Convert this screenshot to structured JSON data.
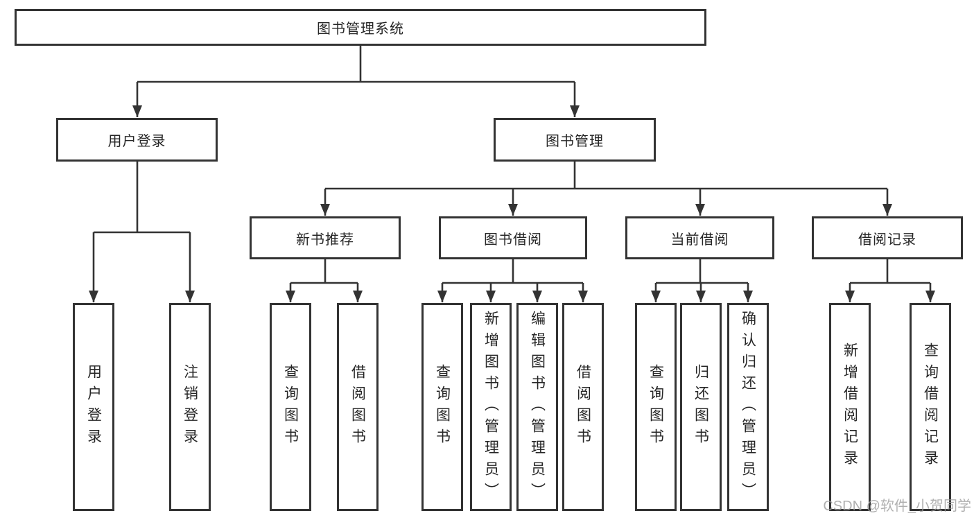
{
  "diagram": {
    "root": {
      "label": "图书管理系统"
    },
    "level2": [
      {
        "id": "user-login",
        "label": "用户登录",
        "parent": "图书管理系统"
      },
      {
        "id": "book-management",
        "label": "图书管理",
        "parent": "图书管理系统"
      }
    ],
    "level3": [
      {
        "id": "new-book-recommend",
        "label": "新书推荐",
        "parent": "图书管理"
      },
      {
        "id": "book-borrowing",
        "label": "图书借阅",
        "parent": "图书管理"
      },
      {
        "id": "current-borrowing",
        "label": "当前借阅",
        "parent": "图书管理"
      },
      {
        "id": "borrowing-records",
        "label": "借阅记录",
        "parent": "图书管理"
      }
    ],
    "leaves": [
      {
        "label": "用户登录",
        "parent": "用户登录"
      },
      {
        "label": "注销登录",
        "parent": "用户登录"
      },
      {
        "label": "查询图书",
        "parent": "新书推荐"
      },
      {
        "label": "借阅图书",
        "parent": "新书推荐"
      },
      {
        "label": "查询图书",
        "parent": "图书借阅"
      },
      {
        "label": "新增图书（管理员）",
        "parent": "图书借阅"
      },
      {
        "label": "编辑图书（管理员）",
        "parent": "图书借阅"
      },
      {
        "label": "借阅图书",
        "parent": "图书借阅"
      },
      {
        "label": "查询图书",
        "parent": "当前借阅"
      },
      {
        "label": "归还图书",
        "parent": "当前借阅"
      },
      {
        "label": "确认归还（管理员）",
        "parent": "当前借阅"
      },
      {
        "label": "新增借阅记录",
        "parent": "借阅记录"
      },
      {
        "label": "查询借阅记录",
        "parent": "借阅记录"
      }
    ]
  },
  "watermark": "CSDN @软件_小贺同学",
  "colors": {
    "line": "#333333",
    "box_border": "#333333",
    "box_fill": "#ffffff",
    "text": "#262626",
    "watermark": "#9c9c9c",
    "background": "#ffffff"
  }
}
